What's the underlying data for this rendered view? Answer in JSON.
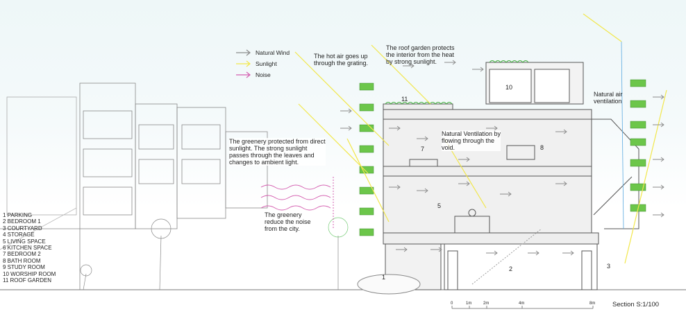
{
  "legend": {
    "items": [
      {
        "label": "Natural Wind",
        "color": "#8a8a8a",
        "icon": "arrow-right-icon"
      },
      {
        "label": "Sunlight",
        "color": "#f2e74a",
        "icon": "arrow-right-icon"
      },
      {
        "label": "Noise",
        "color": "#d45fb0",
        "icon": "arrow-right-icon"
      }
    ]
  },
  "annotations": {
    "hot_air": "The hot air goes up\nthrough the grating.",
    "roof_garden": "The roof garden protects\nthe interior from the heat\nby strong sunlight.",
    "greenery_sun": "The greenery protected from direct\nsunlight. The strong sunlight\npasses through the leaves and\nchanges to ambient light.",
    "greenery_noise": "The greenery\nreduce the noise\nfrom the city.",
    "natural_ventilation": "Natural Ventilation by\nflowing through the\nvoid.",
    "natural_air": "Natural air\nventilation"
  },
  "rooms": [
    "1 PARKING",
    "2 BEDROOM 1",
    "3 COURTYARD",
    "4 STORAGE",
    "5 LIVING SPACE",
    "6 KITCHEN SPACE",
    "7 BEDROOM 2",
    "8 BATH ROOM",
    "9 STUDY ROOM",
    "10 WORSHIP ROOM",
    "11 ROOF GARDEN"
  ],
  "room_numbers_on_drawing": [
    "1",
    "2",
    "3",
    "5",
    "7",
    "8",
    "10",
    "11"
  ],
  "scale_bar": {
    "ticks": [
      "0",
      "1m",
      "2m",
      "4m",
      "8m"
    ]
  },
  "section_label": "Section S:1/100",
  "colors": {
    "wind": "#8a8a8a",
    "sunlight": "#f2e74a",
    "noise": "#d45fb0",
    "greenery": "#3fae3a",
    "air": "#5aa9e0",
    "line": "#555555"
  }
}
